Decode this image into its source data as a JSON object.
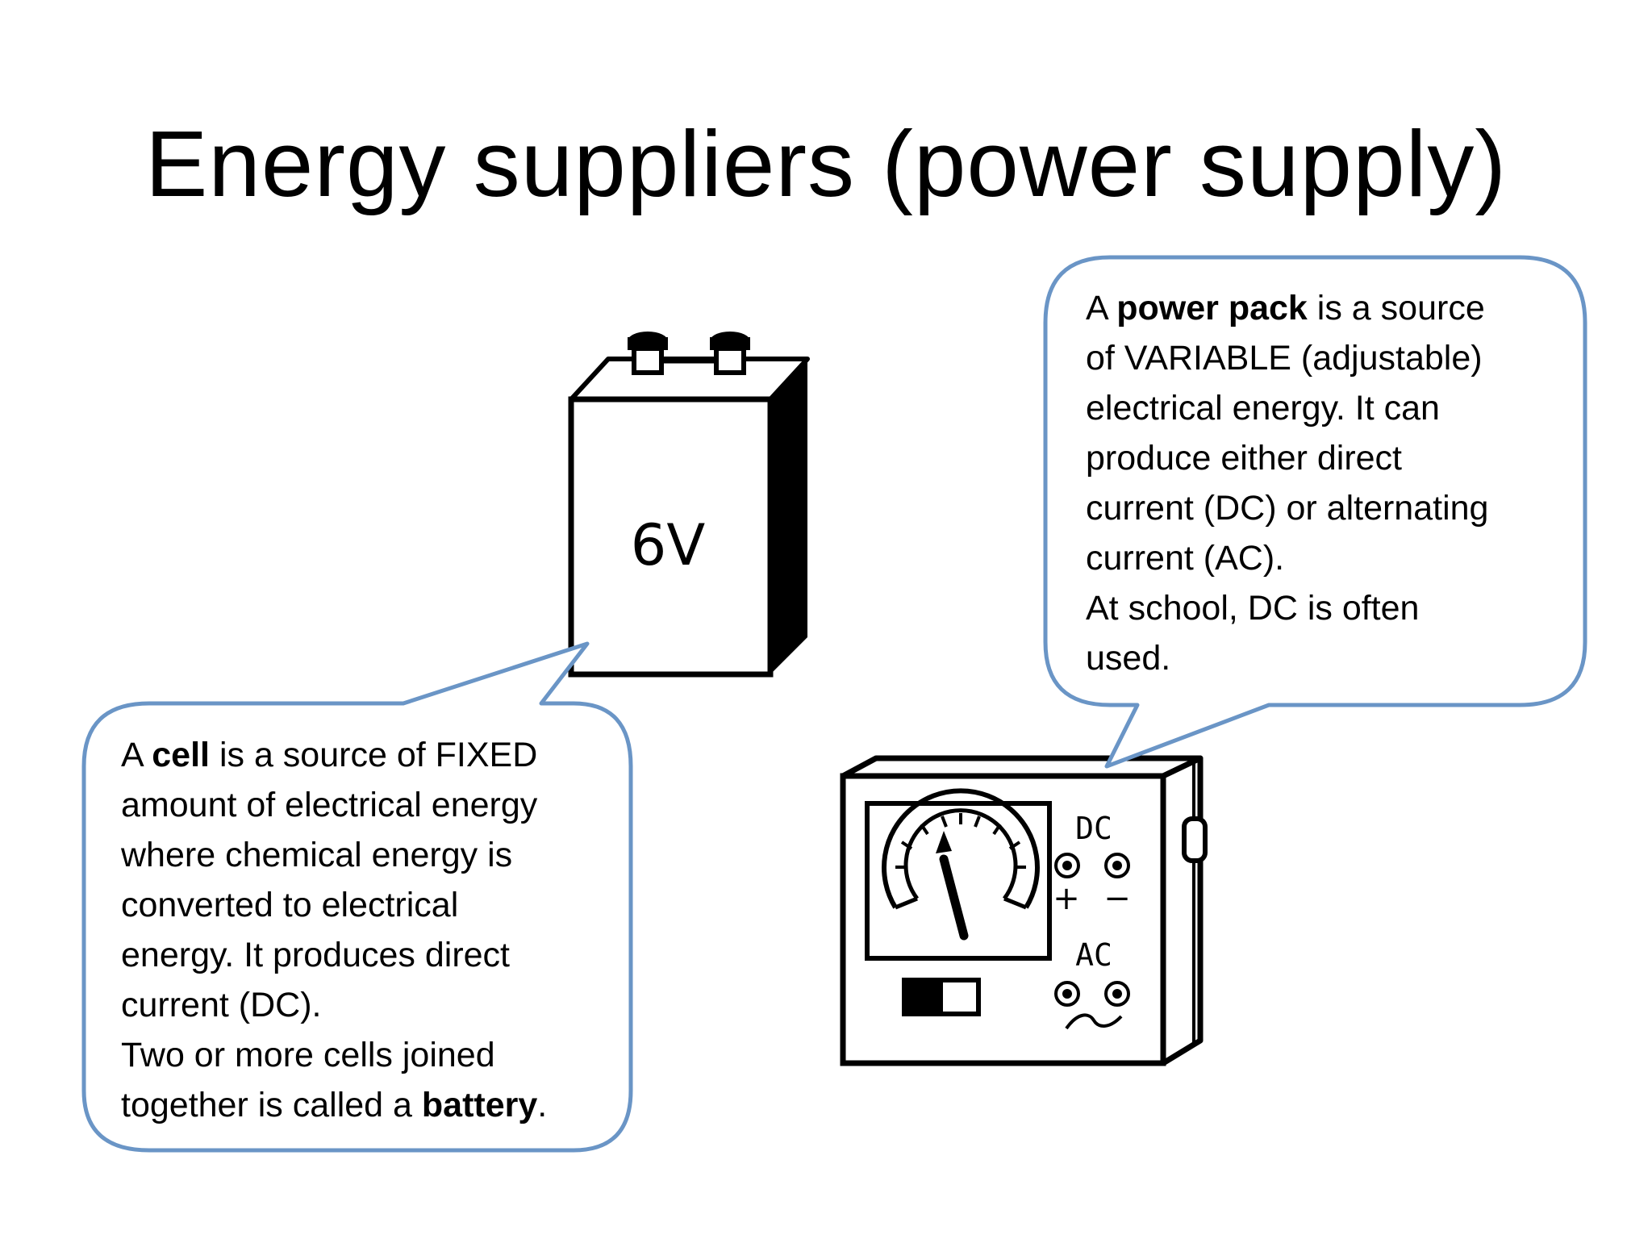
{
  "title": "Energy suppliers (power supply)",
  "colors": {
    "bubble_border": "#6a95c6",
    "ink": "#000000",
    "background": "#ffffff"
  },
  "battery": {
    "label": "6V"
  },
  "power_pack": {
    "dc_label": "DC",
    "ac_label": "AC",
    "plus": "+",
    "minus": "−"
  },
  "cell_bubble": {
    "line1_a": "A ",
    "line1_bold": "cell",
    "line1_b": " is a source of FIXED",
    "line2": "amount of electrical energy",
    "line3": "where chemical energy is",
    "line4": "converted to electrical",
    "line5": "energy. It produces direct",
    "line6": "current (DC).",
    "line7": "Two or more cells joined",
    "line8_a": "together is called a ",
    "line8_bold": "battery",
    "line8_b": "."
  },
  "pack_bubble": {
    "line1_a": "A ",
    "line1_bold": "power pack",
    "line1_b": " is a source",
    "line2": "of VARIABLE (adjustable)",
    "line3": "electrical energy. It can",
    "line4": "produce either direct",
    "line5": "current (DC) or alternating",
    "line6": "current (AC).",
    "line7": "At school, DC is often",
    "line8": "used."
  }
}
